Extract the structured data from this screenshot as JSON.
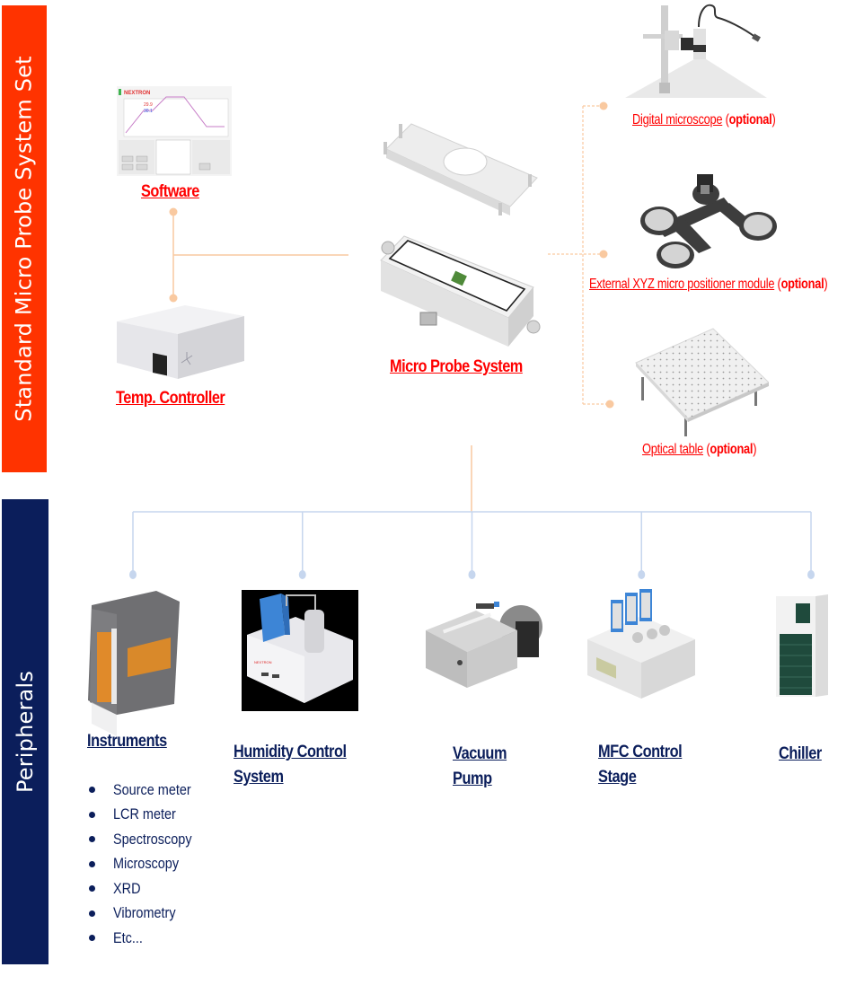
{
  "bands": {
    "top": {
      "label": "Standard Micro Probe System Set",
      "color": "#ff3300"
    },
    "bottom": {
      "label": "Peripherals",
      "color": "#0b1e5b"
    }
  },
  "colors": {
    "accent_red": "#ff0000",
    "navy": "#0b1e5b",
    "connector_orange": "#f9c9a0",
    "connector_blue": "#c6d6ee"
  },
  "system_set": {
    "software": {
      "label": "Software",
      "image": "software-screenshot",
      "brand": "NEXTRON"
    },
    "temp_controller": {
      "label": "Temp. Controller",
      "image": "temp-controller-box"
    },
    "micro_probe_system": {
      "label": "Micro Probe System",
      "image": "micro-probe-chamber"
    },
    "optional_items": [
      {
        "name": "Digital microscope",
        "qualifier": "optional",
        "image": "digital-microscope"
      },
      {
        "name": "External XYZ micro positioner module",
        "qualifier": "optional",
        "image": "xyz-positioner"
      },
      {
        "name": "Optical table",
        "qualifier": "optional",
        "image": "optical-table"
      }
    ]
  },
  "peripherals": [
    {
      "label_lines": [
        "Instruments"
      ],
      "image": "instrument-chassis",
      "bullets": [
        "Source meter",
        "LCR meter",
        "Spectroscopy",
        "Microscopy",
        "XRD",
        "Vibrometry",
        "Etc..."
      ]
    },
    {
      "label_lines": [
        "Humidity Control",
        "System"
      ],
      "image": "humidity-control-unit"
    },
    {
      "label_lines": [
        "Vacuum",
        "Pump"
      ],
      "image": "vacuum-pump"
    },
    {
      "label_lines": [
        "MFC Control ",
        "Stage"
      ],
      "image": "mfc-stage"
    },
    {
      "label_lines": [
        "Chiller"
      ],
      "image": "chiller-unit"
    }
  ]
}
